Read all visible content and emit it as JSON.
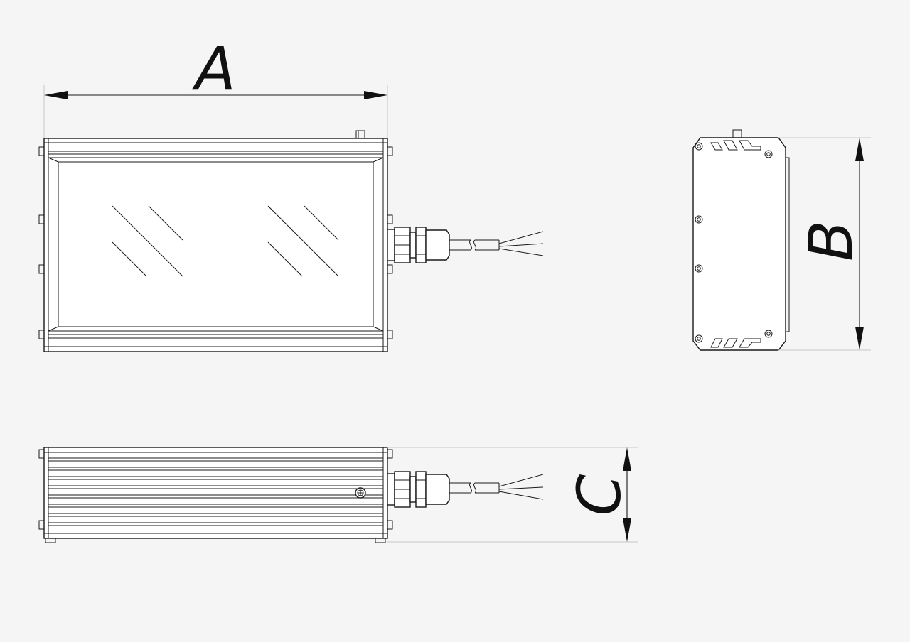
{
  "dimensions": {
    "a_label": "A",
    "b_label": "B",
    "c_label": "C"
  },
  "views": {
    "front": "front-view",
    "side": "side-view",
    "bottom": "bottom-view"
  },
  "colors": {
    "background": "#f5f5f5",
    "line": "#1a1a1a",
    "extension_line": "#c8c8c8"
  }
}
